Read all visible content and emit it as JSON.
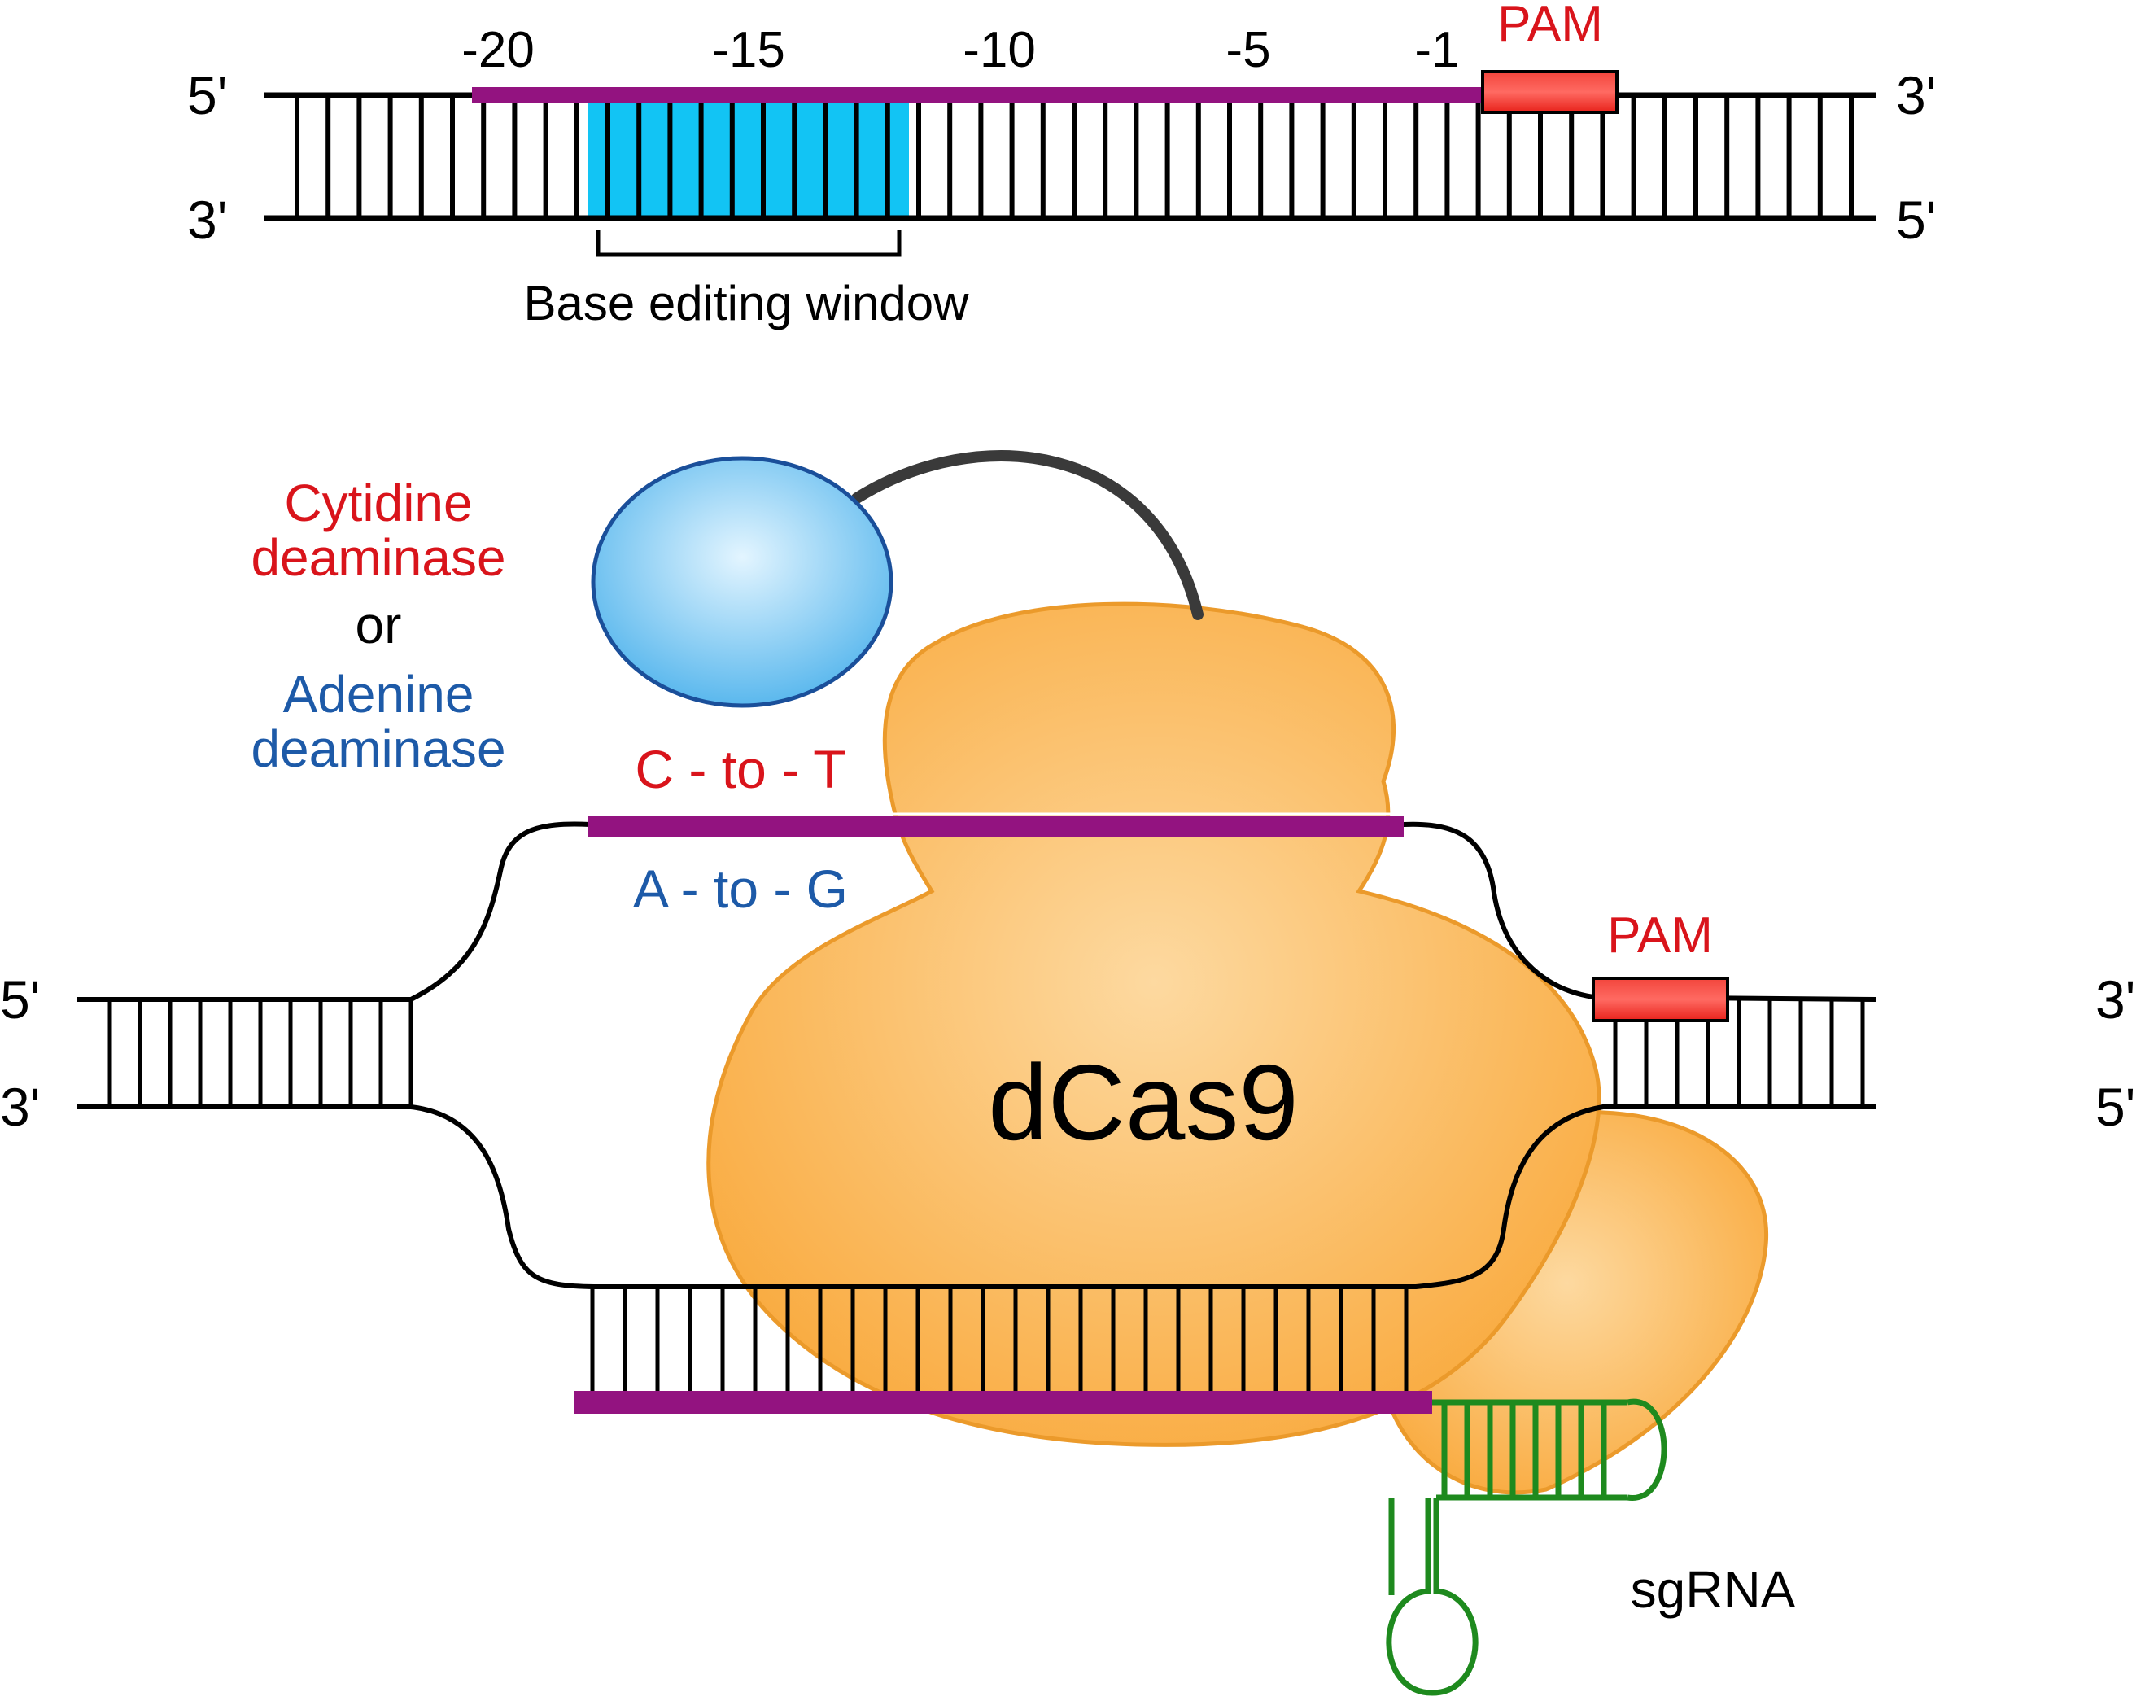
{
  "top": {
    "five_prime_left": "5'",
    "three_prime_left": "3'",
    "three_prime_right": "3'",
    "five_prime_right": "5'",
    "positions": [
      "-20",
      "-15",
      "-10",
      "-5",
      "-1"
    ],
    "pam": "PAM",
    "window_label": "Base editing window"
  },
  "bottom": {
    "five_prime_left": "5'",
    "three_prime_left": "3'",
    "three_prime_right": "3'",
    "five_prime_right": "5'",
    "enzyme_cytidine_line1": "Cytidine",
    "enzyme_cytidine_line2": "deaminase",
    "enzyme_or": "or",
    "enzyme_adenine_line1": "Adenine",
    "enzyme_adenine_line2": "deaminase",
    "edit_c_to_t": "C - to - T",
    "edit_a_to_g": "A - to - G",
    "pam": "PAM",
    "protein": "dCas9",
    "rna": "sgRNA"
  },
  "colors": {
    "guide_strand": "#931380",
    "window_fill": "#12c4f4",
    "pam_fill": "#e8221b",
    "protein_fill": "#f9ae45",
    "protein_stroke": "#eb9a2b",
    "deaminase_fill": "#5bbcef",
    "sgrna_stroke": "#1e8a1e",
    "red_text": "#d9141b",
    "blue_text": "#1d5aa8"
  }
}
